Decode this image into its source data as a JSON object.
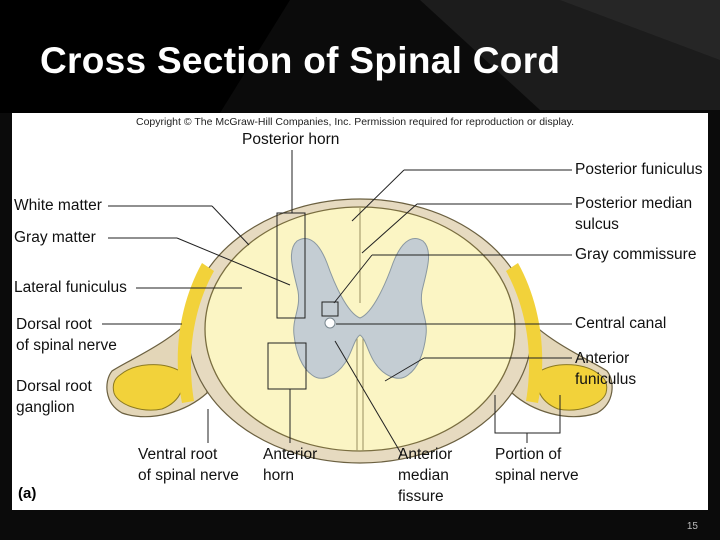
{
  "slide": {
    "title": "Cross Section of Spinal Cord",
    "page_number": "15"
  },
  "figure": {
    "copyright": "Copyright © The McGraw-Hill Companies, Inc. Permission required for reproduction or display.",
    "panel_label": "(a)",
    "labels": {
      "posterior_horn": "Posterior horn",
      "white_matter": "White matter",
      "gray_matter": "Gray matter",
      "lateral_funiculus": "Lateral funiculus",
      "dorsal_root_line1": "Dorsal root",
      "dorsal_root_line2": "of spinal nerve",
      "ganglion_line1": "Dorsal root",
      "ganglion_line2": "ganglion",
      "ventral_root_line1": "Ventral root",
      "ventral_root_line2": "of spinal nerve",
      "anterior_horn_line1": "Anterior",
      "anterior_horn_line2": "horn",
      "ant_median_line1": "Anterior",
      "ant_median_line2": "median",
      "ant_median_line3": "fissure",
      "portion_line1": "Portion of",
      "portion_line2": "spinal nerve",
      "posterior_funiculus": "Posterior funiculus",
      "posterior_median_line1": "Posterior median",
      "posterior_median_line2": "sulcus",
      "gray_commissure": "Gray commissure",
      "central_canal": "Central canal",
      "anterior_funiculus_line1": "Anterior",
      "anterior_funiculus_line2": "funiculus"
    }
  }
}
